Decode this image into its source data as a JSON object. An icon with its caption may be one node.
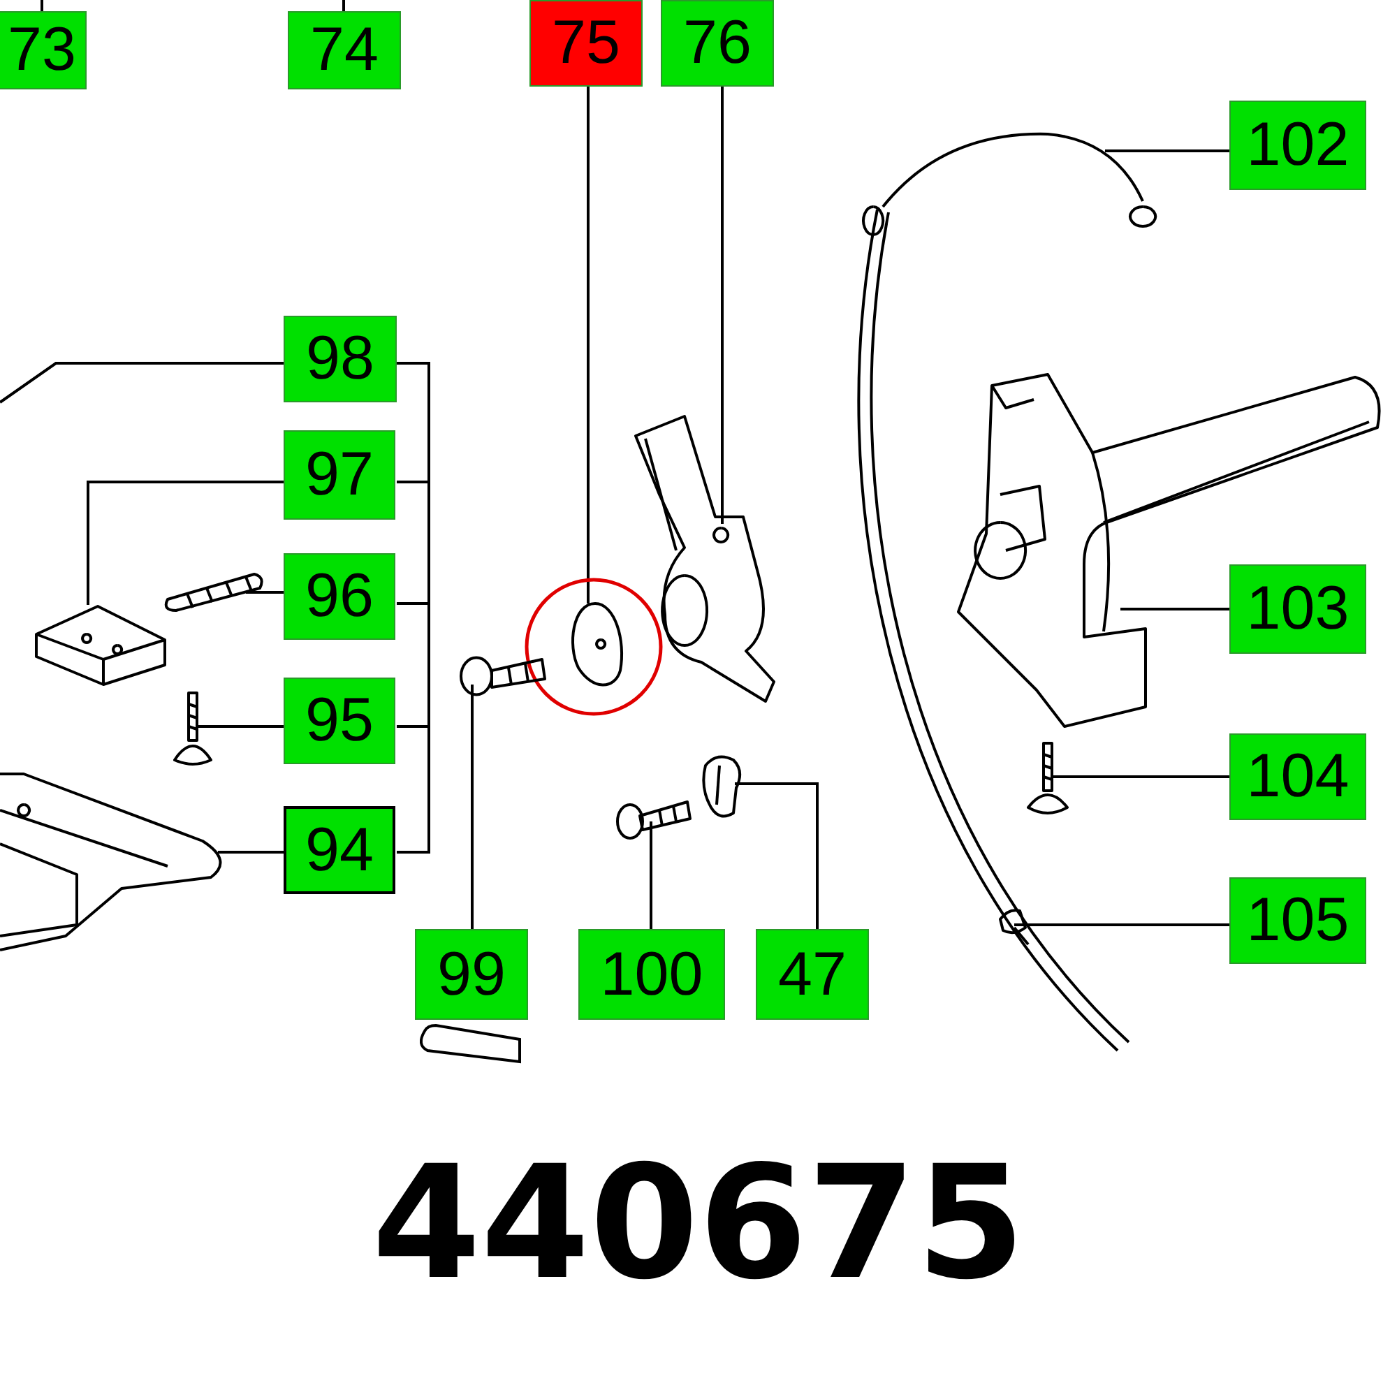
{
  "diagram": {
    "title": "440675",
    "nodes": [
      {
        "text": [
          "73"
        ]
      },
      {
        "text": [
          "74"
        ]
      },
      {
        "text": [
          "75"
        ]
      },
      {
        "text": [
          "76"
        ]
      },
      {
        "text": [
          "102"
        ]
      },
      {
        "text": [
          "98"
        ]
      },
      {
        "text": [
          "97"
        ]
      },
      {
        "text": [
          "96"
        ]
      },
      {
        "text": [
          "95"
        ]
      },
      {
        "text": [
          "103"
        ]
      },
      {
        "text": [
          "94"
        ]
      },
      {
        "text": [
          "104"
        ]
      },
      {
        "text": [
          "105"
        ]
      },
      {
        "text": [
          "99"
        ]
      },
      {
        "text": [
          "100"
        ]
      },
      {
        "text": [
          "47"
        ]
      },
      {
        "text": [],
        "shape": "picture"
      },
      {
        "text": [],
        "shape": "picture"
      },
      {
        "text": [],
        "shape": "picture"
      },
      {
        "text": [],
        "shape": "picture"
      },
      {
        "text": [],
        "shape": "picture"
      },
      {
        "text": [],
        "shape": "picture"
      },
      {
        "text": [],
        "shape": "picture"
      },
      {
        "text": [],
        "shape": "picture"
      },
      {
        "text": [],
        "shape": "picture"
      },
      {
        "text": [],
        "shape": "picture"
      },
      {
        "text": [],
        "shape": "picture"
      },
      {
        "text": [],
        "shape": "picture"
      },
      {
        "text": [],
        "shape": "picture"
      }
    ],
    "edges": [
      {
        "from": 0,
        "to": null,
        "arrow": "none"
      },
      {
        "from": 1,
        "to": null,
        "arrow": "none"
      },
      {
        "from": 2,
        "to": 16,
        "arrow": "none"
      },
      {
        "from": 3,
        "to": 17,
        "arrow": "none"
      },
      {
        "from": 4,
        "to": 18,
        "arrow": "none"
      },
      {
        "from": 5,
        "to": null,
        "arrow": "none"
      },
      {
        "from": 6,
        "to": 19,
        "arrow": "none"
      },
      {
        "from": 7,
        "to": 20,
        "arrow": "none"
      },
      {
        "from": 8,
        "to": 21,
        "arrow": "none"
      },
      {
        "from": 9,
        "to": 22,
        "arrow": "none"
      },
      {
        "from": 10,
        "to": 23,
        "arrow": "none"
      },
      {
        "from": 11,
        "to": 24,
        "arrow": "none"
      },
      {
        "from": 12,
        "to": 25,
        "arrow": "none"
      },
      {
        "from": 13,
        "to": 26,
        "arrow": "none"
      },
      {
        "from": 14,
        "to": 27,
        "arrow": "none"
      },
      {
        "from": 15,
        "to": 28,
        "arrow": "none"
      }
    ]
  }
}
